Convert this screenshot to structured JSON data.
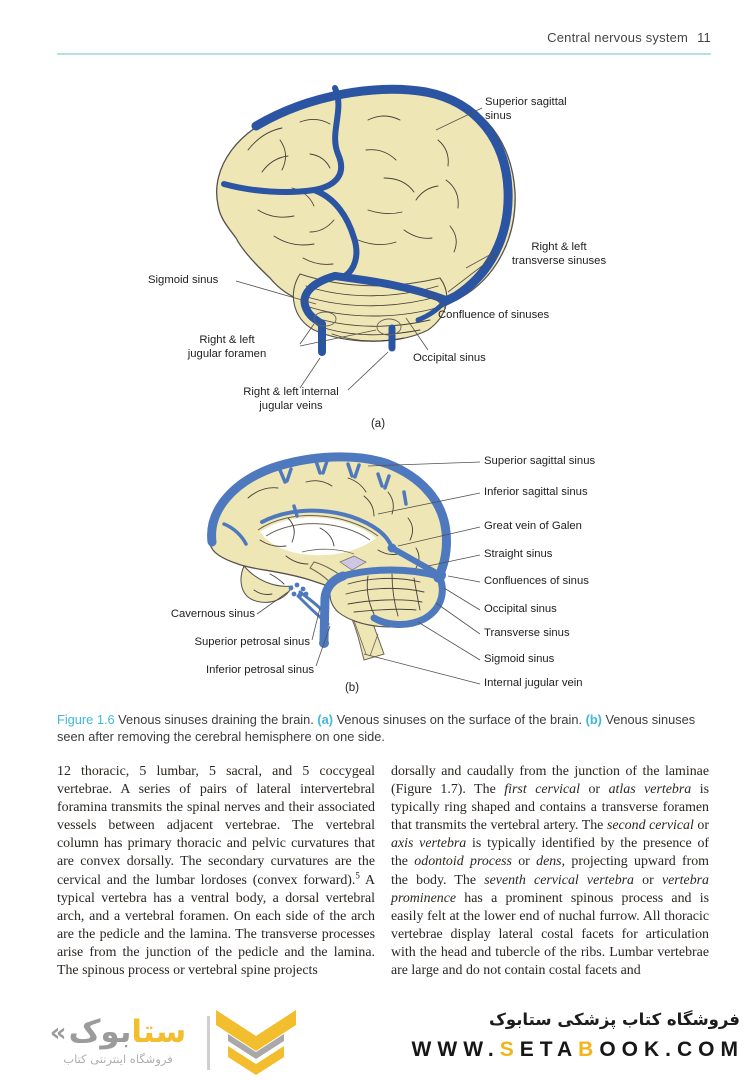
{
  "header": {
    "title": "Central nervous system",
    "page_number": "11"
  },
  "figure": {
    "caption": {
      "label": "Figure 1.6",
      "runs": [
        {
          "t": "  Venous sinuses draining the brain. "
        },
        {
          "t": "(a)",
          "accent": true
        },
        {
          "t": " Venous sinuses on the surface of the brain. "
        },
        {
          "t": "(b)",
          "accent": true
        },
        {
          "t": " Venous sinuses seen after removing the cerebral hemisphere on one side."
        }
      ]
    },
    "diagram_a": {
      "sublabel": "(a)",
      "labels": [
        "Superior sagittal\nsinus",
        "Right & left\ntransverse sinuses",
        "Sigmoid sinus",
        "Confluence of sinuses",
        "Right & left\njugular foramen",
        "Occipital sinus",
        "Right & left internal\njugular veins"
      ]
    },
    "diagram_b": {
      "sublabel": "(b)",
      "labels_right": [
        "Superior sagittal sinus",
        "Inferior sagittal sinus",
        "Great vein of Galen",
        "Straight sinus",
        "Confluences of sinus",
        "Occipital sinus",
        "Transverse sinus",
        "Sigmoid sinus",
        "Internal jugular vein"
      ],
      "labels_left": [
        "Cavernous sinus",
        "Superior petrosal sinus",
        "Inferior petrosal sinus"
      ]
    }
  },
  "body": {
    "left_runs": [
      {
        "t": "12 thoracic, 5 lumbar, 5 sacral, and 5 coccygeal vertebrae. A series of pairs of lateral intervertebral foramina transmits the spinal nerves and their associated vessels between adjacent vertebrae. The vertebral column has primary thoracic and pelvic curvatures that are convex dorsally. The secondary curvatures are the cervical and the lumbar lordoses (convex forward)."
      },
      {
        "t": "5",
        "sup": true
      },
      {
        "t": " A typical vertebra has a ventral body, a dorsal vertebral arch, and a vertebral foramen. On each side of the arch are the pedicle and the lamina. The transverse processes arise from the junction of the pedicle and the lamina. The spinous process or vertebral spine projects"
      }
    ],
    "right_runs": [
      {
        "t": "dorsally and caudally from the junction of the laminae (Figure 1.7). The "
      },
      {
        "t": "first cervical",
        "i": true
      },
      {
        "t": " or "
      },
      {
        "t": "atlas vertebra",
        "i": true
      },
      {
        "t": " is typically ring shaped and contains a transverse foramen that transmits the vertebral artery. The "
      },
      {
        "t": "second cervical",
        "i": true
      },
      {
        "t": " or "
      },
      {
        "t": "axis vertebra",
        "i": true
      },
      {
        "t": " is typically identified by the presence of the "
      },
      {
        "t": "odontoid process",
        "i": true
      },
      {
        "t": " or "
      },
      {
        "t": "dens",
        "i": true
      },
      {
        "t": ", projecting upward from the body. The "
      },
      {
        "t": "seventh cervical vertebra",
        "i": true
      },
      {
        "t": " or "
      },
      {
        "t": "vertebra prominence",
        "i": true
      },
      {
        "t": " has a prominent spinous process and is easily felt at the lower end of nuchal furrow. All thoracic vertebrae display lateral costal facets for articulation with the head and tubercle of the ribs. Lumbar vertebrae are large and do not contain costal facets and"
      }
    ]
  },
  "footer": {
    "logo": {
      "guillemet": "«",
      "wordmark_gray": "بوک",
      "wordmark_yellow": "ستا",
      "tagline": "فروشگاه اینترنتی کتاب"
    },
    "store_line": "فروشگاه کتاب پزشکی ستابوک",
    "url_runs": [
      {
        "t": "WWW."
      },
      {
        "t": "S",
        "accent": true
      },
      {
        "t": "ETA"
      },
      {
        "t": "B",
        "accent": true
      },
      {
        "t": "OOK.COM"
      }
    ],
    "colors": {
      "accent_yellow": "#f2be2e",
      "logo_gray": "#9b9b9b"
    }
  }
}
